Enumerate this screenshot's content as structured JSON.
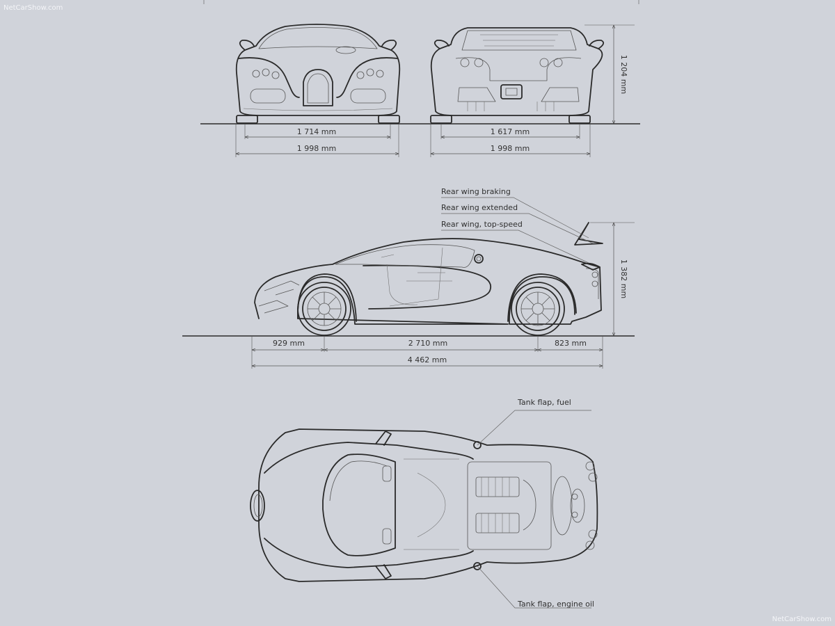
{
  "watermark": {
    "top_left": "NetCarShow.com",
    "bottom_right": "NetCarShow.com"
  },
  "front_view": {
    "track_width": "1 714 mm",
    "overall_width": "1 998 mm"
  },
  "rear_view": {
    "track_width": "1 617 mm",
    "overall_width": "1 998 mm",
    "height": "1 204 mm"
  },
  "side_view": {
    "front_overhang": "929 mm",
    "wheelbase": "2 710 mm",
    "rear_overhang": "823 mm",
    "overall_length": "4 462 mm",
    "height_with_wing": "1 382 mm",
    "wing_labels": [
      "Rear wing braking",
      "Rear wing extended",
      "Rear wing, top-speed"
    ]
  },
  "top_view": {
    "fuel_flap_label": "Tank flap, fuel",
    "oil_flap_label": "Tank flap, engine oil"
  },
  "colors": {
    "background": "#d0d3da",
    "line": "#2a2a2a"
  }
}
